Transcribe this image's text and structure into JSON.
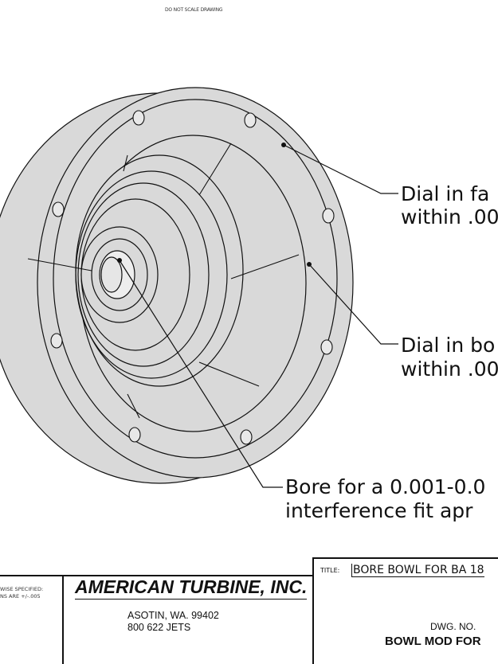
{
  "header_note": "DO NOT SCALE DRAWING",
  "callouts": [
    {
      "line1": "Dial in fa",
      "line2": "within .00"
    },
    {
      "line1": "Dial in bo",
      "line2": "within .00"
    },
    {
      "line1": "Bore for a 0.001-0.0",
      "line2": "interference fit apr"
    }
  ],
  "title_block": {
    "tolerance_line1": "WISE SPECIFIED:",
    "tolerance_line2": "NS ARE +/-.005",
    "company": "AMERICAN TURBINE, INC.",
    "address_line1": "ASOTIN, WA. 99402",
    "address_line2": "800 622 JETS",
    "title_label": "TITLE:",
    "title_value": "BORE BOWL FOR BA 18",
    "dwg_no_label": "DWG.  NO.",
    "dwg_no_value": "BOWL MOD FOR"
  },
  "colors": {
    "part_fill": "#d9d9d9",
    "line": "#111111"
  }
}
